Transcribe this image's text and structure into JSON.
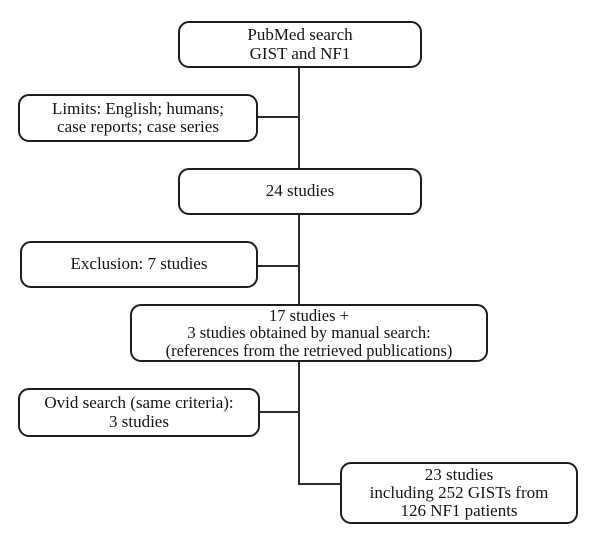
{
  "diagram": {
    "type": "flowchart",
    "description": "Study selection flow diagram for PubMed search on GIST and NF1",
    "background_color": "#ffffff",
    "line_color": "#2b2b2b",
    "box_border_color": "#1d1d1d",
    "text_color": "#141414",
    "nodes": {
      "pubmed": {
        "lines": [
          "PubMed search",
          "GIST and NF1"
        ]
      },
      "limits": {
        "lines": [
          "Limits: English; humans;",
          "case reports; case series"
        ]
      },
      "studies_24": {
        "lines": [
          "24 studies"
        ]
      },
      "exclusion": {
        "lines": [
          "Exclusion: 7 studies"
        ]
      },
      "manual": {
        "lines": [
          "17 studies +",
          "3 studies obtained by manual search:",
          "(references from the retrieved publications)"
        ]
      },
      "ovid": {
        "lines": [
          "Ovid search (same criteria):",
          "3 studies"
        ]
      },
      "final": {
        "lines": [
          "23 studies",
          "including 252 GISTs from",
          "126 NF1 patients"
        ]
      }
    }
  }
}
